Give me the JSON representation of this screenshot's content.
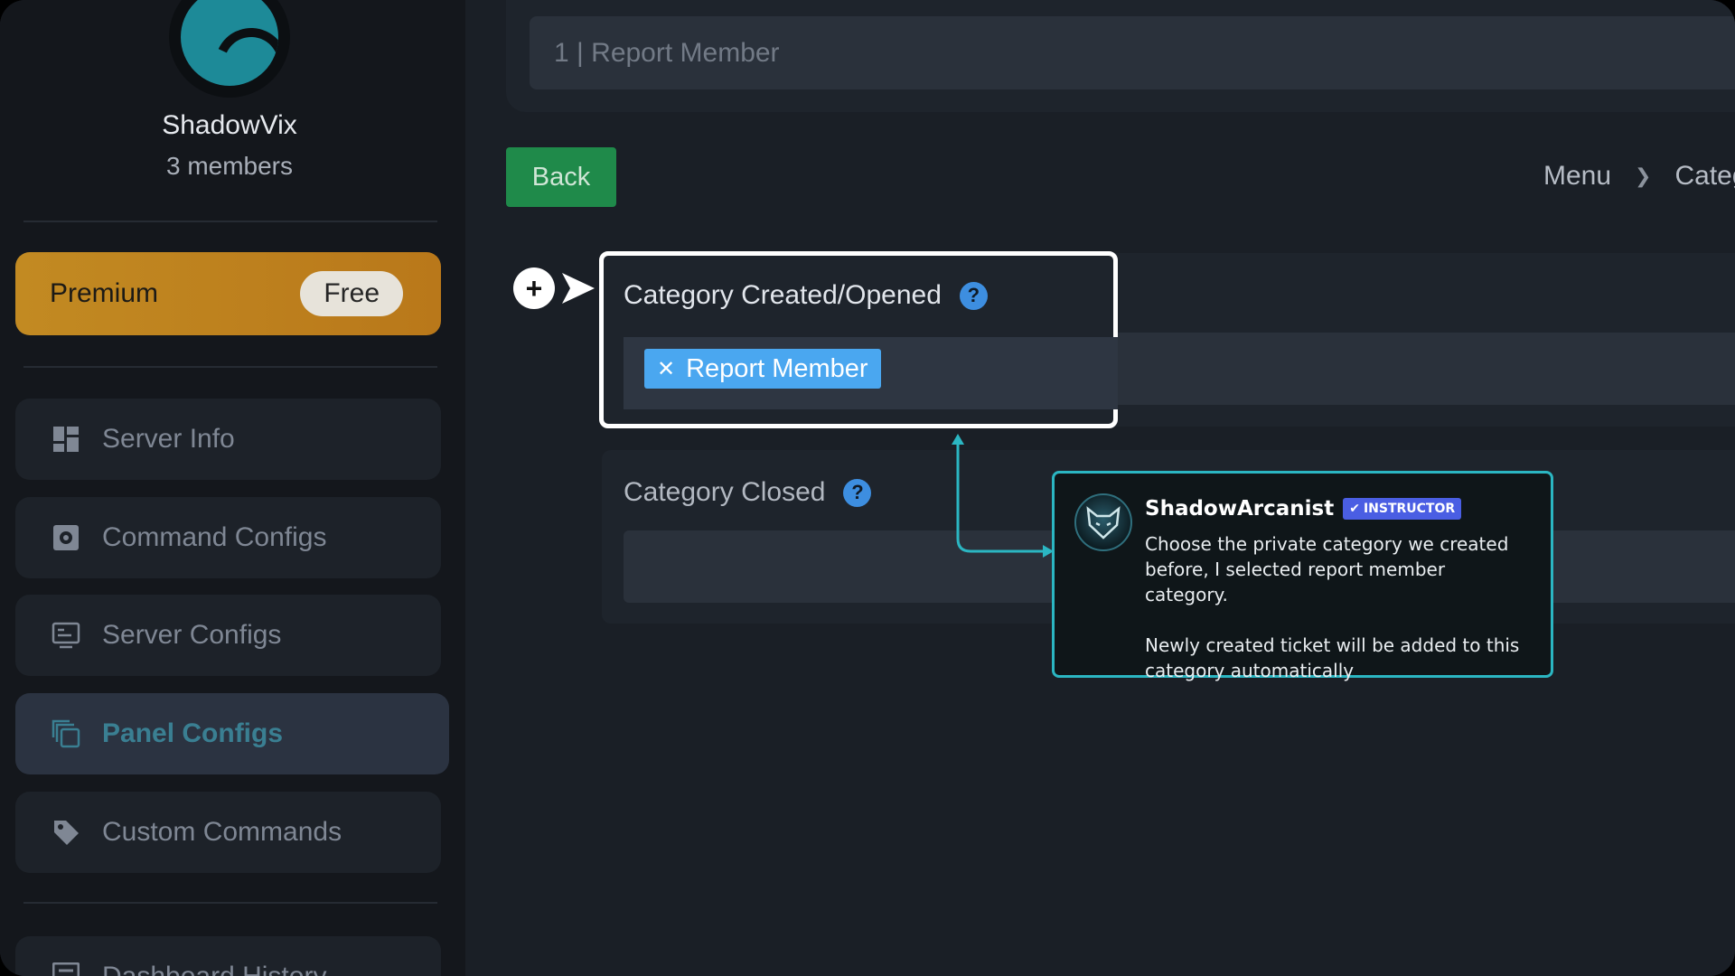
{
  "sidebar": {
    "server_name": "ShadowVix",
    "member_count": "3 members",
    "premium": {
      "label": "Premium",
      "tier": "Free"
    },
    "items": [
      {
        "label": "Server Info",
        "icon": "grid-icon"
      },
      {
        "label": "Command Configs",
        "icon": "gear-icon"
      },
      {
        "label": "Server Configs",
        "icon": "monitor-icon"
      },
      {
        "label": "Panel Configs",
        "icon": "stack-icon",
        "active": true
      },
      {
        "label": "Custom Commands",
        "icon": "tag-icon"
      },
      {
        "label": "Dashboard History",
        "icon": "history-icon"
      }
    ]
  },
  "main": {
    "title_value": "1 | Report Member",
    "back_label": "Back",
    "breadcrumb": [
      "Menu",
      "Categ"
    ],
    "sections": [
      {
        "title": "Category Created/Opened",
        "tags": [
          "Report Member"
        ]
      },
      {
        "title": "Category Closed",
        "tags": []
      }
    ]
  },
  "tooltip": {
    "author": "ShadowArcanist",
    "badge": "INSTRUCTOR",
    "paragraphs": [
      "Choose the private category we created before, I selected report member category.",
      "Newly created ticket will be added to this category automatically"
    ]
  },
  "colors": {
    "accent_premium": "#c28a22",
    "back_button": "#1f8a4a",
    "tag": "#4aa7f0",
    "tooltip_border": "#2bb6c2",
    "instructor_badge": "#4a5ee3"
  }
}
